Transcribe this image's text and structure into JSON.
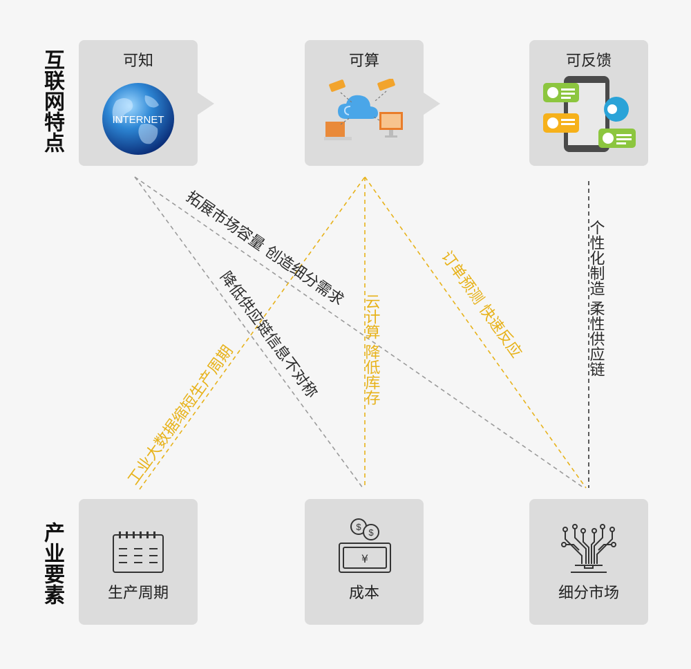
{
  "sections": {
    "top_label": "互联网特点",
    "bottom_label": "产业要素"
  },
  "top_boxes": [
    {
      "title": "可知",
      "image_text": "INTERNET",
      "icon": "globe-icon"
    },
    {
      "title": "可算",
      "icon": "cloud-computing-icon"
    },
    {
      "title": "可反馈",
      "icon": "chat-feedback-icon"
    }
  ],
  "bottom_boxes": [
    {
      "title": "生产周期",
      "icon": "calendar-icon"
    },
    {
      "title": "成本",
      "icon": "money-icon"
    },
    {
      "title": "细分市场",
      "icon": "circuit-network-icon"
    }
  ],
  "connections": [
    {
      "from": "可知",
      "to": "细分市场",
      "label": "拓展市场容量 创造细分需求",
      "style": "gray-dashed"
    },
    {
      "from": "可知",
      "to": "成本",
      "label": "降低供应链信息不对称",
      "style": "gray-dashed"
    },
    {
      "from": "生产周期",
      "to": "可算",
      "label": "工业大数据缩短生产周期",
      "style": "gold-dashed"
    },
    {
      "from": "可算",
      "to": "成本",
      "label": "云计算 降低库存",
      "style": "gold-dashed"
    },
    {
      "from": "可算",
      "to": "细分市场",
      "label": "订单预测 快速反应",
      "style": "gold-dashed"
    },
    {
      "from": "可反馈",
      "to": "细分市场",
      "label": "个性化制造 柔性供应链",
      "style": "black-dashed"
    }
  ],
  "colors": {
    "gray_line": "#9a9a9a",
    "gold_line": "#e7b21a",
    "black_line": "#333333",
    "box_bg": "#dcdcdc"
  }
}
